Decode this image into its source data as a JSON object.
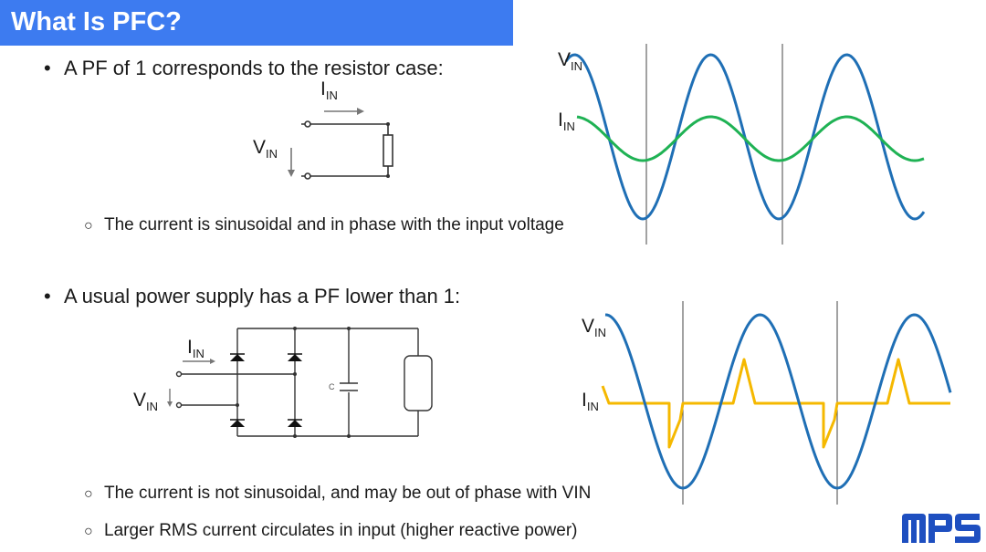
{
  "slide": {
    "title": "What Is PFC?",
    "bullet1": "A PF of 1 corresponds to the resistor case:",
    "bullet1_sub": "The current is sinusoidal and in phase with the input voltage",
    "bullet2": "A usual power supply has a PF lower than 1:",
    "bullet2_sub1": "The current is not sinusoidal, and may be out of phase with VIN",
    "bullet2_sub2": "Larger RMS current circulates in input (higher reactive power)"
  },
  "labels": {
    "v": "V",
    "i": "I",
    "in": "IN",
    "cap": "C"
  },
  "colors": {
    "title_bg": "#3d7bf0",
    "voltage_wave": "#1f6fb5",
    "current_sine": "#1fb254",
    "current_pulse": "#f5b800",
    "logo": "#1e4fc0"
  },
  "logo": {
    "name": "mps-logo"
  }
}
